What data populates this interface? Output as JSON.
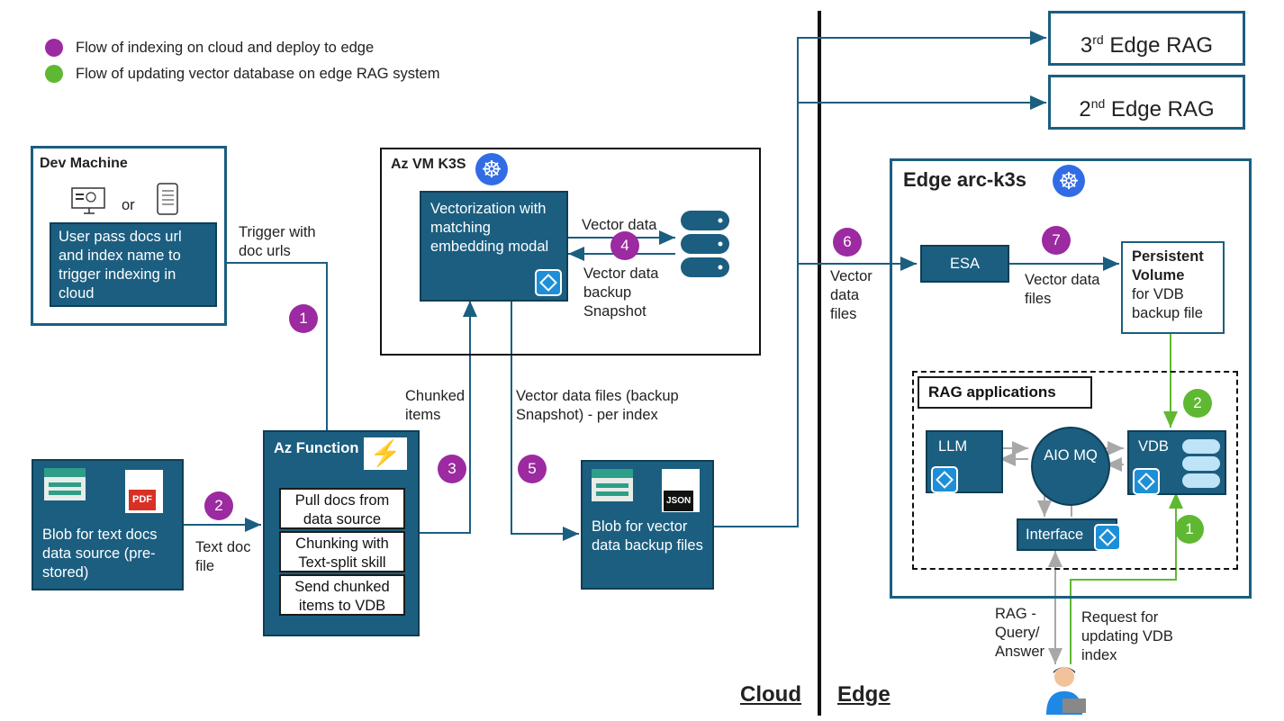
{
  "legend": [
    {
      "text": "Flow of indexing on cloud and deploy to edge",
      "color": "#9c2aa0"
    },
    {
      "text": "Flow of updating vector database on edge RAG system",
      "color": "#5fb832"
    }
  ],
  "edge_rags": {
    "third_sup": "rd",
    "third_rest": " Edge RAG",
    "second_sup": "nd",
    "second_rest": " Edge RAG",
    "third_num": "3",
    "second_num": "2"
  },
  "dev_machine": {
    "title": "Dev Machine",
    "or": "or",
    "text": "User pass docs url and index name to trigger indexing in cloud"
  },
  "az_vm": {
    "title": "Az VM K3S",
    "vectorization": "Vectorization with matching embedding modal",
    "vector_data": "Vector data",
    "backup": "Vector data backup Snapshot"
  },
  "labels": {
    "trigger": "Trigger with doc urls",
    "chunked": "Chunked items",
    "vector_files": "Vector data files (backup Snapshot) - per index",
    "text_doc": "Text doc file",
    "vector_data_files_left": "Vector data files",
    "vector_data_files_esa": "Vector data files",
    "rag_query": "RAG - Query/ Answer",
    "request": "Request for updating VDB index"
  },
  "az_function": {
    "title": "Az Function",
    "items": [
      "Pull docs from data source",
      "Chunking with Text-split skill",
      "Send chunked items to VDB"
    ]
  },
  "blob_text": {
    "text": "Blob for text docs data source (pre-stored)",
    "icon": "PDF"
  },
  "blob_vector": {
    "text": "Blob for vector data backup files",
    "icon": "JSON"
  },
  "edge_cluster": {
    "title": "Edge arc-k3s",
    "esa": "ESA",
    "pv_bold": "Persistent Volume",
    "pv_rest": "for VDB backup file",
    "rag_apps": "RAG applications",
    "llm": "LLM",
    "aio": "AIO MQ",
    "vdb": "VDB",
    "interface": "Interface"
  },
  "steps": {
    "s1": "1",
    "s2": "2",
    "s3": "3",
    "s4": "4",
    "s5": "5",
    "s6": "6",
    "s7": "7",
    "g1": "1",
    "g2": "2"
  },
  "footer": {
    "cloud": "Cloud",
    "edge": "Edge"
  }
}
